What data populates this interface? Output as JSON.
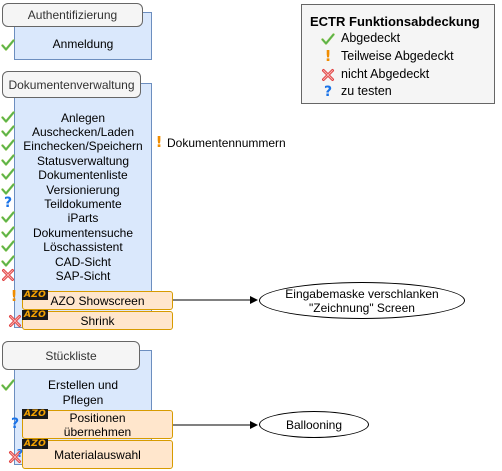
{
  "groups": {
    "auth": {
      "header": "Authentifizierung",
      "items": [
        "Anmeldung"
      ]
    },
    "docs": {
      "header": "Dokumentenverwaltung",
      "items": [
        "Anlegen",
        "Auschecken/Laden",
        "Einchecken/Speichern",
        "Statusverwaltung",
        "Dokumentenliste",
        "Versionierung",
        "Teildokumente",
        "iParts",
        "Dokumentensuche",
        "Löschassistent",
        "CAD-Sicht",
        "SAP-Sicht"
      ],
      "note": "Dokumentennummern",
      "azo_items": [
        "AZO Showscreen",
        "Shrink"
      ]
    },
    "bom": {
      "header": "Stückliste",
      "items": [
        "Erstellen und",
        "Pflegen"
      ],
      "azo_items": [
        "Positionen",
        "übernehmen",
        "Materialauswahl"
      ]
    }
  },
  "azo_logo": "AZO",
  "callouts": {
    "showscreen": [
      "Eingabemaske verschlanken",
      "\"Zeichnung\" Screen"
    ],
    "positions": "Ballooning"
  },
  "legend": {
    "title": "ECTR Funktionsabdeckung",
    "entries": [
      {
        "icon": "check",
        "label": "Abgedeckt"
      },
      {
        "icon": "exclamation",
        "label": "Teilweise Abgedeckt"
      },
      {
        "icon": "cross",
        "label": "nicht Abgedeckt"
      },
      {
        "icon": "question",
        "label": "zu testen"
      }
    ]
  },
  "colors": {
    "panel_fill": "#dae8fc",
    "panel_stroke": "#6c8ebf",
    "azo_fill": "#ffe6cc",
    "azo_stroke": "#d79b00",
    "check": "#4caf50",
    "exclamation": "#f08c00",
    "cross": "#e04040",
    "question": "#1a73e8"
  }
}
